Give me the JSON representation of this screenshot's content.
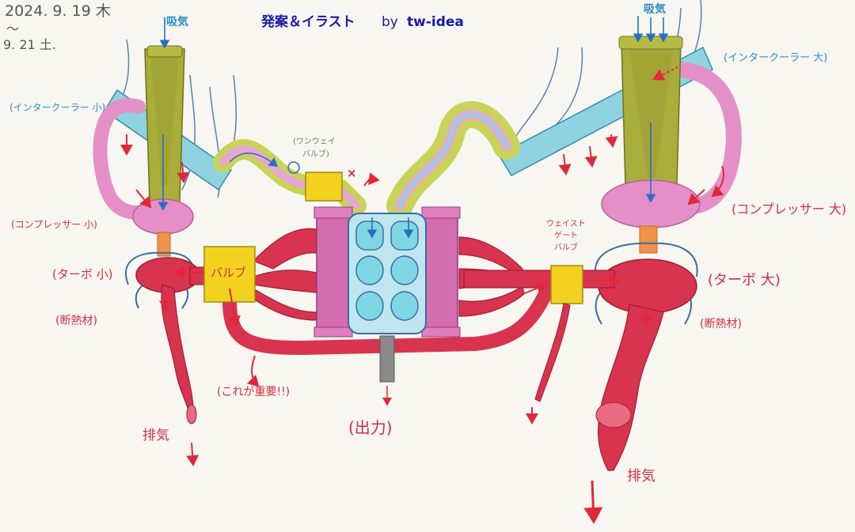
{
  "header": {
    "date_line1": "2024. 9. 19 木",
    "date_tilde": "〜",
    "date_line2": "9. 21 土.",
    "title": "発案＆イラスト",
    "by": "by",
    "author": "tw-idea"
  },
  "labels": {
    "intake_left": "吸気",
    "intake_right": "吸気",
    "intercooler_small": "(インタークーラー 小)",
    "intercooler_large": "(インタークーラー 大)",
    "one_way_valve_1": "(ワンウェイ",
    "one_way_valve_2": "バルブ)",
    "x_mark": "×",
    "compressor_small": "(コンプレッサー 小)",
    "compressor_large": "(コンプレッサー 大)",
    "turbo_small": "(ターボ 小)",
    "turbo_large": "(ターボ 大)",
    "insulation_left": "(断熱材)",
    "insulation_right": "(断熱材)",
    "valve": "バルブ",
    "wastegate_1": "ウェイスト",
    "wastegate_2": "ゲート",
    "wastegate_3": "バルブ",
    "important": "(これが重要!!)",
    "output": "(出力)",
    "exhaust_left": "排気",
    "exhaust_right": "排気"
  },
  "colors": {
    "intake_green": "#a9ad3a",
    "intercooler_blue": "#8fd3e0",
    "compressor_pink": "#e58fc8",
    "exhaust_red": "#d8344f",
    "valve_yellow": "#f2d21e",
    "engine_magenta": "#d46db0",
    "cylinder_cyan": "#7fd6e4",
    "arrow_red": "#e0283c",
    "label_red": "#d22e44",
    "label_blue": "#2a8ec4",
    "title_navy": "#1a1aa8"
  }
}
